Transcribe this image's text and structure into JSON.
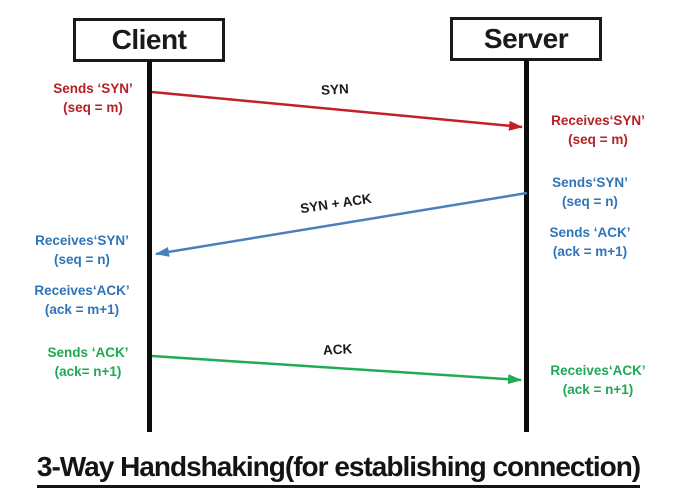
{
  "title": "3-Way Handshaking(for establishing connection)",
  "actors": {
    "client": "Client",
    "server": "Server"
  },
  "colors": {
    "ink": "#1a1a1a",
    "red": "#b52025",
    "red_arrow": "#c02026",
    "blue": "#2e75b8",
    "blue_arrow": "#4a7ebc",
    "green": "#1ea854",
    "green_arrow": "#21ab55"
  },
  "messages": [
    {
      "label": "SYN",
      "from": "client",
      "to": "server",
      "color": "red"
    },
    {
      "label": "SYN + ACK",
      "from": "server",
      "to": "client",
      "color": "blue"
    },
    {
      "label": "ACK",
      "from": "client",
      "to": "server",
      "color": "green"
    }
  ],
  "annotations": {
    "client": [
      {
        "line1": "Sends ‘SYN’",
        "line2": "(seq = m)",
        "color": "red"
      },
      {
        "line1": "Receives‘SYN’",
        "line2": "(seq = n)",
        "color": "blue"
      },
      {
        "line1": "Receives‘ACK’",
        "line2": "(ack = m+1)",
        "color": "blue"
      },
      {
        "line1": "Sends ‘ACK’",
        "line2": "(ack= n+1)",
        "color": "green"
      }
    ],
    "server": [
      {
        "line1": "Receives‘SYN’",
        "line2": "(seq = m)",
        "color": "red"
      },
      {
        "line1": "Sends‘SYN’",
        "line2": "(seq = n)",
        "color": "blue"
      },
      {
        "line1": "Sends ‘ACK’",
        "line2": "(ack = m+1)",
        "color": "blue"
      },
      {
        "line1": "Receives‘ACK’",
        "line2": "(ack = n+1)",
        "color": "green"
      }
    ]
  }
}
